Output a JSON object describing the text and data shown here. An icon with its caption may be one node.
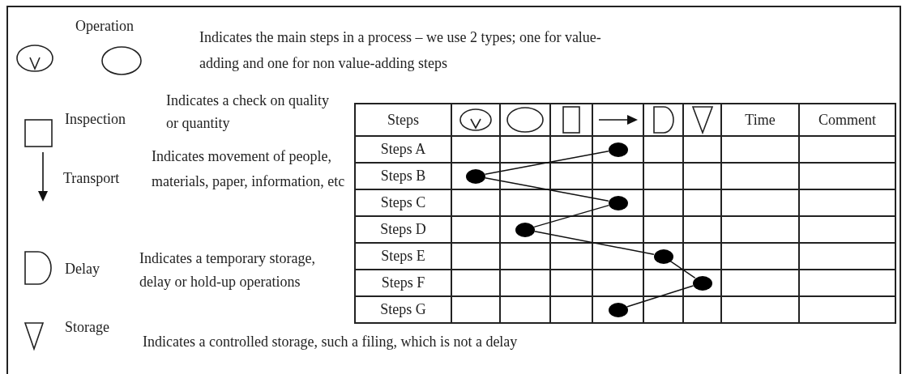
{
  "diagram": {
    "nodes": [
      {
        "text": [],
        "shape": "circle"
      },
      {
        "text": [],
        "shape": "circle"
      },
      {
        "text": [],
        "shape": "circle"
      },
      {
        "text": [],
        "shape": "circle"
      },
      {
        "text": [],
        "shape": "circle"
      },
      {
        "text": [],
        "shape": "circle"
      },
      {
        "text": [],
        "shape": "circle"
      }
    ],
    "edges": [
      {
        "from": 0,
        "to": 1,
        "arrow": "none"
      },
      {
        "from": 1,
        "to": 2,
        "arrow": "none"
      },
      {
        "from": 2,
        "to": 3,
        "arrow": "none"
      },
      {
        "from": 3,
        "to": 4,
        "arrow": "none"
      },
      {
        "from": 4,
        "to": 5,
        "arrow": "none"
      },
      {
        "from": 5,
        "to": 6,
        "arrow": "none"
      }
    ],
    "labels": [
      "Operation",
      "Indicates the main steps in a process – we use 2 types; one for value-adding and one for non value-adding steps",
      "Inspection",
      "Indicates a check on quality or quantity",
      "Transport",
      "Indicates movement of people, materials, paper, information, etc",
      "Delay",
      "Indicates a temporary storage, delay or hold-up operations",
      "Storage",
      "Indicates a controlled storage, such a filing, which is not a delay",
      "Steps",
      "Time",
      "Comment",
      "Steps A",
      "Steps B",
      "Steps C",
      "Steps D",
      "Steps E",
      "Steps F",
      "Steps G"
    ]
  }
}
